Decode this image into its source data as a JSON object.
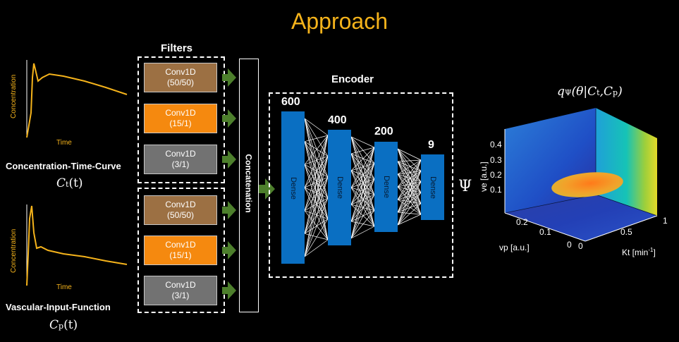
{
  "title": "Approach",
  "filters": {
    "label": "Filters",
    "group1": [
      {
        "name": "Conv1D",
        "params": "(50/50)",
        "color": "#9c7043"
      },
      {
        "name": "Conv1D",
        "params": "(15/1)",
        "color": "#f5890f"
      },
      {
        "name": "Conv1D",
        "params": "(3/1)",
        "color": "#727272"
      }
    ],
    "group2": [
      {
        "name": "Conv1D",
        "params": "(50/50)",
        "color": "#9c7043"
      },
      {
        "name": "Conv1D",
        "params": "(15/1)",
        "color": "#f5890f"
      },
      {
        "name": "Conv1D",
        "params": "(3/1)",
        "color": "#727272"
      }
    ]
  },
  "concatenation_label": "Concatenation",
  "encoder": {
    "label": "Encoder",
    "layers": [
      {
        "units": "600",
        "label": "Dense"
      },
      {
        "units": "400",
        "label": "Dense"
      },
      {
        "units": "200",
        "label": "Dense"
      },
      {
        "units": "9",
        "label": "Dense"
      }
    ],
    "output_symbol": "Ψ"
  },
  "inputs": {
    "ctc": {
      "ylabel": "Concentration",
      "xlabel": "Time",
      "name": "Concentration-Time-Curve",
      "math_main": "C",
      "math_sub": "t",
      "math_arg": "(t)"
    },
    "vif": {
      "ylabel": "Concentration",
      "xlabel": "Time",
      "name": "Vascular-Input-Function",
      "math_main": "C",
      "math_sub": "p",
      "math_arg": "(t)"
    }
  },
  "posterior": {
    "title_prefix": "q",
    "title_sub": "Ψ",
    "title_arg": "(θ|",
    "c1": "C",
    "c1_sub": "t",
    "sep": ",",
    "c2": "C",
    "c2_sub": "p",
    "close": ")",
    "ve_label": "ve [a.u.]",
    "vp_label": "vp [a.u.]",
    "kt_label": "Kt [min",
    "kt_sup": "-1",
    "kt_close": "]",
    "ve_ticks": [
      "0.4",
      "0.3",
      "0.2",
      "0.1"
    ],
    "vp_ticks": [
      "0.2",
      "0.1",
      "0"
    ],
    "kt_ticks": [
      "0",
      "0.5",
      "1"
    ]
  },
  "colors": {
    "accent_orange": "#f5b31b",
    "dense_blue": "#0a6fc2",
    "arrow_green": "#4d7f2c"
  }
}
